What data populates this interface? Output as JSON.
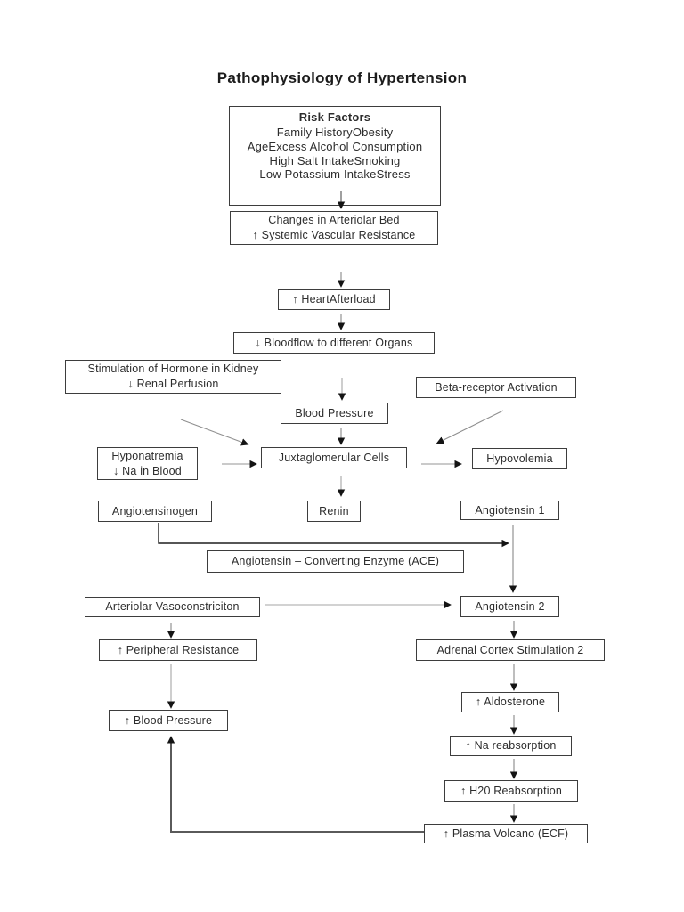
{
  "title": "Pathophysiology of Hypertension",
  "diagram": {
    "type": "flowchart",
    "nodes": {
      "risk_factors": {
        "heading": "Risk Factors",
        "lines": [
          "Family HistoryObesity",
          "AgeExcess Alcohol Consumption",
          "High Salt IntakeSmoking",
          "Low Potassium IntakeStress"
        ]
      },
      "arteriolar_bed": {
        "lines": [
          "Changes in Arteriolar Bed",
          "↑ Systemic Vascular Resistance"
        ]
      },
      "heart_afterload": {
        "label": "↑ HeartAfterload"
      },
      "bloodflow": {
        "label": "↓ Bloodflow to different Organs"
      },
      "kidney_stimulation": {
        "lines": [
          "Stimulation of Hormone in Kidney",
          "↓ Renal Perfusion"
        ]
      },
      "beta_receptor": {
        "label": "Beta-receptor Activation"
      },
      "blood_pressure": {
        "label": "Blood Pressure"
      },
      "hyponatremia": {
        "lines": [
          "Hyponatremia",
          "↓ Na in Blood"
        ]
      },
      "juxtaglomerular": {
        "label": "Juxtaglomerular Cells"
      },
      "hypovolemia": {
        "label": "Hypovolemia"
      },
      "angiotensinogen": {
        "label": "Angiotensinogen"
      },
      "renin": {
        "label": "Renin"
      },
      "angiotensin_1": {
        "label": "Angiotensin 1"
      },
      "ace": {
        "label": "Angiotensin – Converting Enzyme (ACE)"
      },
      "arteriolar_vasoconstriction": {
        "label": "Arteriolar Vasoconstriciton"
      },
      "angiotensin_2": {
        "label": "Angiotensin 2"
      },
      "peripheral_resistance": {
        "label": "↑ Peripheral Resistance"
      },
      "adrenal_cortex": {
        "label": "Adrenal Cortex Stimulation 2"
      },
      "blood_pressure_final": {
        "label": "↑ Blood Pressure"
      },
      "aldosterone": {
        "label": "↑ Aldosterone"
      },
      "na_reabsorption": {
        "label": "↑ Na reabsorption"
      },
      "h2o_reabsorption": {
        "label": "↑ H20 Reabsorption"
      },
      "plasma_volume": {
        "label": "↑ Plasma Volcano (ECF)"
      }
    },
    "edges": [
      {
        "from": "risk_factors",
        "to": "arteriolar_bed"
      },
      {
        "from": "arteriolar_bed",
        "to": "heart_afterload"
      },
      {
        "from": "heart_afterload",
        "to": "bloodflow"
      },
      {
        "from": "bloodflow",
        "to": "blood_pressure"
      },
      {
        "from": "blood_pressure",
        "to": "juxtaglomerular"
      },
      {
        "from": "kidney_stimulation",
        "to": "juxtaglomerular"
      },
      {
        "from": "hyponatremia",
        "to": "juxtaglomerular"
      },
      {
        "from": "beta_receptor",
        "to": "juxtaglomerular"
      },
      {
        "from": "juxtaglomerular",
        "to": "renin"
      },
      {
        "from": "juxtaglomerular",
        "to": "hypovolemia"
      },
      {
        "from": "angiotensinogen",
        "to": "angiotensin_1"
      },
      {
        "from": "angiotensin_1",
        "to": "angiotensin_2"
      },
      {
        "from": "arteriolar_vasoconstriction",
        "to": "angiotensin_2"
      },
      {
        "from": "arteriolar_vasoconstriction",
        "to": "peripheral_resistance"
      },
      {
        "from": "peripheral_resistance",
        "to": "blood_pressure_final"
      },
      {
        "from": "angiotensin_2",
        "to": "adrenal_cortex"
      },
      {
        "from": "adrenal_cortex",
        "to": "aldosterone"
      },
      {
        "from": "aldosterone",
        "to": "na_reabsorption"
      },
      {
        "from": "na_reabsorption",
        "to": "h2o_reabsorption"
      },
      {
        "from": "h2o_reabsorption",
        "to": "plasma_volume"
      },
      {
        "from": "plasma_volume",
        "to": "blood_pressure_final"
      }
    ],
    "colors": {
      "background": "#ffffff",
      "box_border": "#3d3d3d",
      "text": "#2d2d2d",
      "connector_gray": "#999999",
      "connector_light": "#b8b8b8",
      "connector_dark": "#2a2a2a",
      "arrowhead": "#141414"
    }
  }
}
